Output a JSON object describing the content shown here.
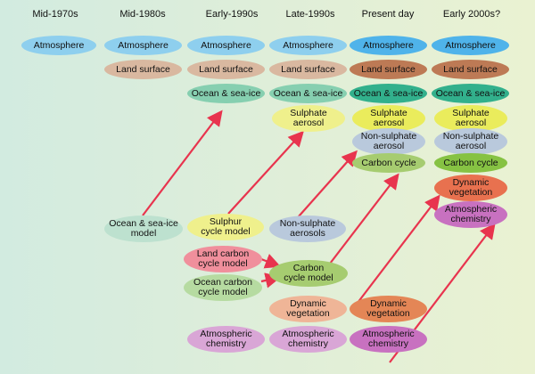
{
  "columns": [
    "Mid-1970s",
    "Mid-1980s",
    "Early-1990s",
    "Late-1990s",
    "Present day",
    "Early 2000s?"
  ],
  "components": {
    "atmosphere": "Atmosphere",
    "land_surface": "Land surface",
    "ocean_sea_ice": "Ocean & sea-ice",
    "sulphate_aerosol": [
      "Sulphate",
      "aerosol"
    ],
    "non_sulphate_aerosol": [
      "Non-sulphate",
      "aerosol"
    ],
    "carbon_cycle": "Carbon cycle",
    "dynamic_vegetation": [
      "Dynamic",
      "vegetation"
    ],
    "atmospheric_chemistry": [
      "Atmospheric",
      "chemistry"
    ]
  },
  "models": {
    "ocean_sea_ice_model": [
      "Ocean & sea-ice",
      "model"
    ],
    "sulphur_cycle_model": [
      "Sulphur",
      "cycle model"
    ],
    "non_sulphate_aerosols": [
      "Non-sulphate",
      "aerosols"
    ],
    "land_carbon_cycle_model": [
      "Land carbon",
      "cycle model"
    ],
    "ocean_carbon_cycle_model": [
      "Ocean carbon",
      "cycle model"
    ],
    "carbon_cycle_model": [
      "Carbon",
      "cycle model"
    ],
    "dynamic_vegetation": [
      "Dynamic",
      "vegetation"
    ],
    "atmospheric_chemistry": [
      "Atmospheric",
      "chemistry"
    ]
  },
  "colors": {
    "arrow": "#e8344e"
  }
}
